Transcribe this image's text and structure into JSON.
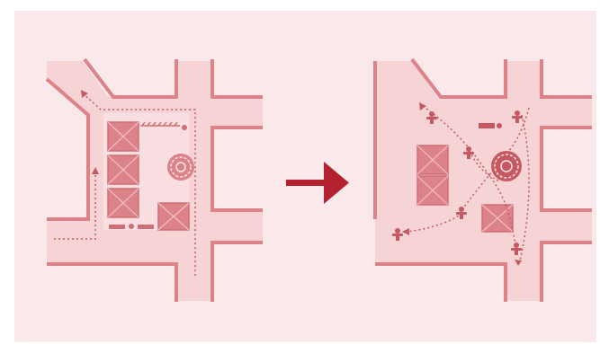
{
  "colors": {
    "background_panel": "#fae9ea",
    "street_fill": "#f6d3d5",
    "curb": "#dc8289",
    "building_fill": "#dc8289",
    "building_stroke": "#cf6e76",
    "path": "#c65862",
    "arrow": "#b4222f"
  },
  "diagram": {
    "left": {
      "title": "",
      "description_state": "before",
      "elements": [
        "building-block",
        "building-block",
        "building-block",
        "building-block",
        "tree",
        "bench",
        "path-dotted"
      ]
    },
    "right": {
      "title": "",
      "description_state": "after",
      "elements": [
        "building-block",
        "building-block",
        "building-block",
        "tree",
        "bench",
        "figures",
        "path-dotted"
      ]
    },
    "transition_arrow": "right-arrow-icon"
  }
}
